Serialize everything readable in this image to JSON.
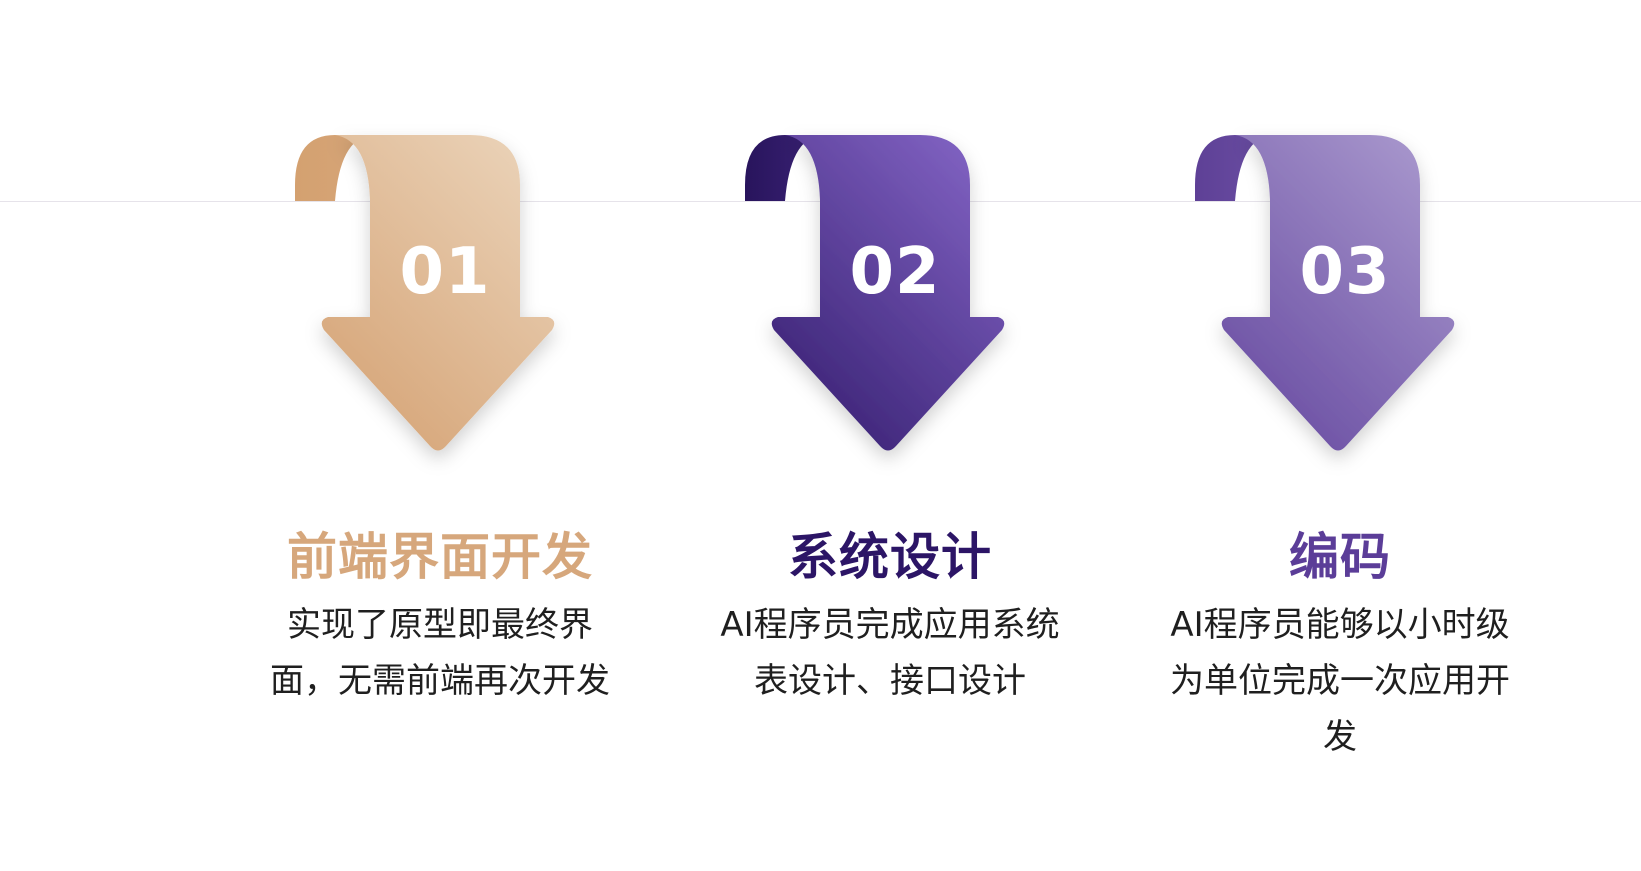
{
  "steps": [
    {
      "number": "01",
      "title": "前端界面开发",
      "description": "实现了原型即最终界面，无需前端再次开发",
      "colors": {
        "light": "#ecd6bd",
        "dark": "#d6a578",
        "fold": "#d4a170",
        "title": "#d6a77c"
      }
    },
    {
      "number": "02",
      "title": "系统设计",
      "description": "AI程序员完成应用系统表设计、接口设计",
      "colors": {
        "light": "#8768c9",
        "dark": "#3a2275",
        "fold": "#28145c",
        "title": "#2c1566"
      }
    },
    {
      "number": "03",
      "title": "编码",
      "description": "AI程序员能够以小时级为单位完成一次应用开发",
      "colors": {
        "light": "#ad9dd0",
        "dark": "#6a4ea3",
        "fold": "#5e4096",
        "title": "#5b3d98"
      }
    }
  ]
}
